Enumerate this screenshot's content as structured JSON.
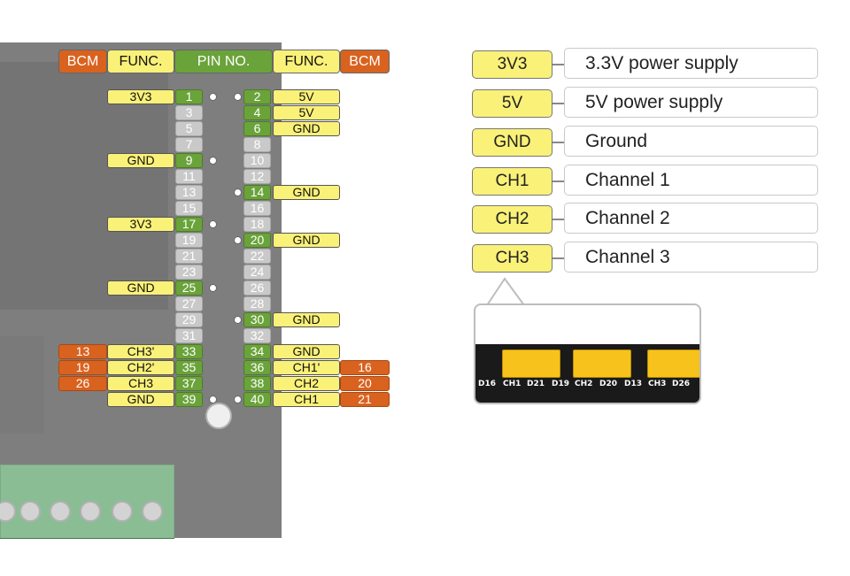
{
  "headers": {
    "bcm_left": "BCM",
    "func_left": "FUNC.",
    "pin_no": "PIN NO.",
    "func_right": "FUNC.",
    "bcm_right": "BCM"
  },
  "pins": {
    "p1": "1",
    "p2": "2",
    "p3": "3",
    "p4": "4",
    "p5": "5",
    "p6": "6",
    "p7": "7",
    "p8": "8",
    "p9": "9",
    "p10": "10",
    "p11": "11",
    "p12": "12",
    "p13": "13",
    "p14": "14",
    "p15": "15",
    "p16": "16",
    "p17": "17",
    "p18": "18",
    "p19": "19",
    "p20": "20",
    "p21": "21",
    "p22": "22",
    "p23": "23",
    "p24": "24",
    "p25": "25",
    "p26": "26",
    "p27": "27",
    "p28": "28",
    "p29": "29",
    "p30": "30",
    "p31": "31",
    "p32": "32",
    "p33": "33",
    "p34": "34",
    "p35": "35",
    "p36": "36",
    "p37": "37",
    "p38": "38",
    "p39": "39",
    "p40": "40"
  },
  "funcs": {
    "f1": "3V3",
    "f2": "5V",
    "f4": "5V",
    "f6": "GND",
    "f9": "GND",
    "f14": "GND",
    "f17": "3V3",
    "f20": "GND",
    "f25": "GND",
    "f30": "GND",
    "f33": "CH3'",
    "f34": "GND",
    "f35": "CH2'",
    "f36": "CH1'",
    "f37": "CH3",
    "f38": "CH2",
    "f39": "GND",
    "f40": "CH1"
  },
  "bcm": {
    "b33": "13",
    "b35": "19",
    "b37": "26",
    "b36": "16",
    "b38": "20",
    "b40": "21"
  },
  "legend": [
    {
      "abbr": "3V3",
      "desc": "3.3V power supply"
    },
    {
      "abbr": "5V",
      "desc": "5V power supply"
    },
    {
      "abbr": "GND",
      "desc": "Ground"
    },
    {
      "abbr": "CH1",
      "desc": "Channel 1"
    },
    {
      "abbr": "CH2",
      "desc": "Channel 2"
    },
    {
      "abbr": "CH3",
      "desc": "Channel 3"
    }
  ],
  "jumper_labels": [
    "D16",
    "CH1",
    "D21",
    "D19",
    "CH2",
    "D20",
    "D13",
    "CH3",
    "D26"
  ],
  "colors": {
    "func_yellow": "#faf178",
    "pin_green": "#6aa33a",
    "bcm_orange": "#d9621f",
    "pin_grey": "#c9c9c9"
  }
}
